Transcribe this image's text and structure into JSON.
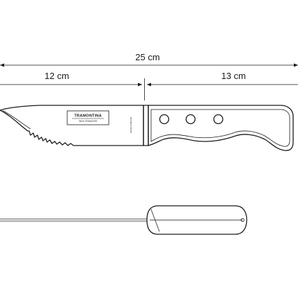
{
  "dimensions": {
    "total_label": "25 cm",
    "blade_label": "12 cm",
    "handle_label": "13 cm"
  },
  "blade": {
    "brand": "TRAMONTINA",
    "subtext": "INOX  STAINLESS",
    "origin_text": "MADE IN BRAZIL"
  }
}
